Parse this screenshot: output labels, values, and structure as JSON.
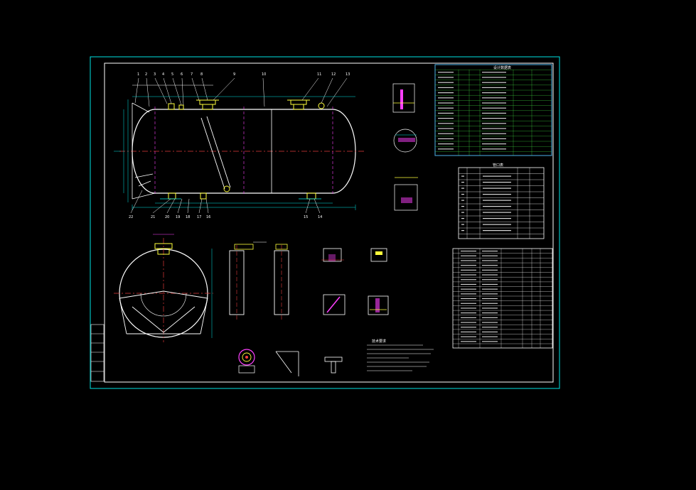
{
  "drawing": {
    "colors": {
      "background": "#000000",
      "frame": "#00e5e5",
      "outline": "#ffffff",
      "centerline": "#e03a3a",
      "dimension": "#00e5e5",
      "part": "#ffff3a",
      "accent": "#ff40ff",
      "green": "#4cff4c",
      "table_grid": "#ffffff",
      "title_block": "#3a60ff"
    },
    "leader_numbers_top": [
      "1",
      "2",
      "3",
      "4",
      "5",
      "6",
      "7",
      "8",
      "9",
      "10",
      "11",
      "12",
      "13"
    ],
    "leader_numbers_bottom": [
      "22",
      "21",
      "20",
      "19",
      "18",
      "17",
      "16",
      "15",
      "14"
    ],
    "main_title": "设计数据表",
    "small_table_title": "管口表",
    "notes_title": "技术要求"
  }
}
